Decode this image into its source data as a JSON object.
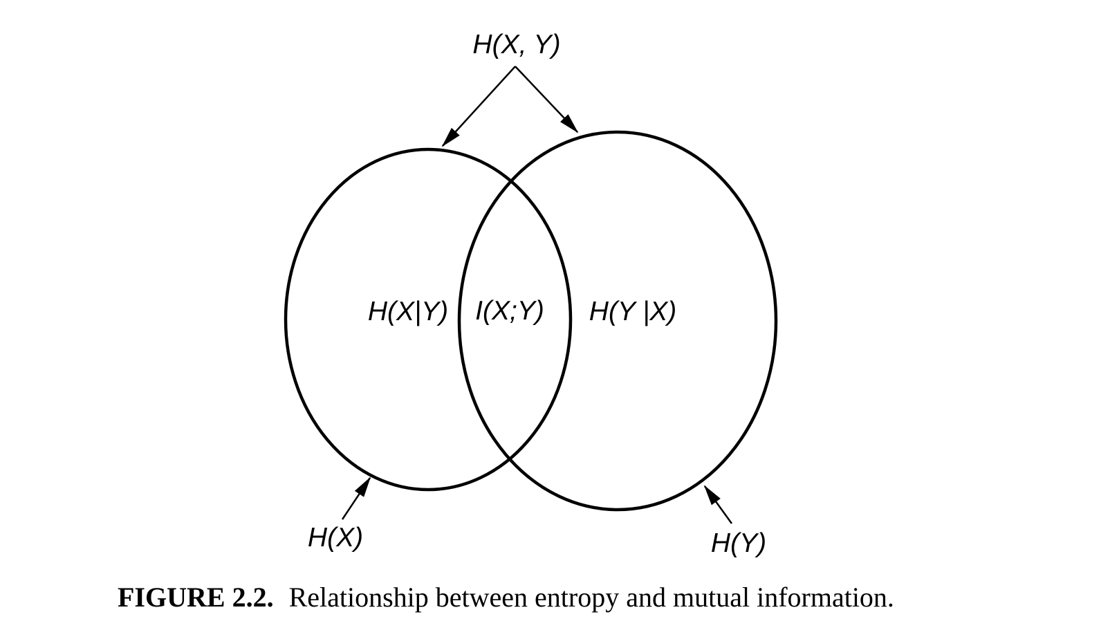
{
  "figure": {
    "joint_entropy_label": "H(X, Y)",
    "left_region_label": "H(X|Y)",
    "intersection_label": "I(X;Y)",
    "right_region_label": "H(Y |X)",
    "left_set_label": "H(X)",
    "right_set_label": "H(Y)"
  },
  "caption": {
    "number": "FIGURE 2.2.",
    "text": "Relationship between entropy and mutual information."
  },
  "colors": {
    "ink": "#000000",
    "background": "#ffffff"
  }
}
